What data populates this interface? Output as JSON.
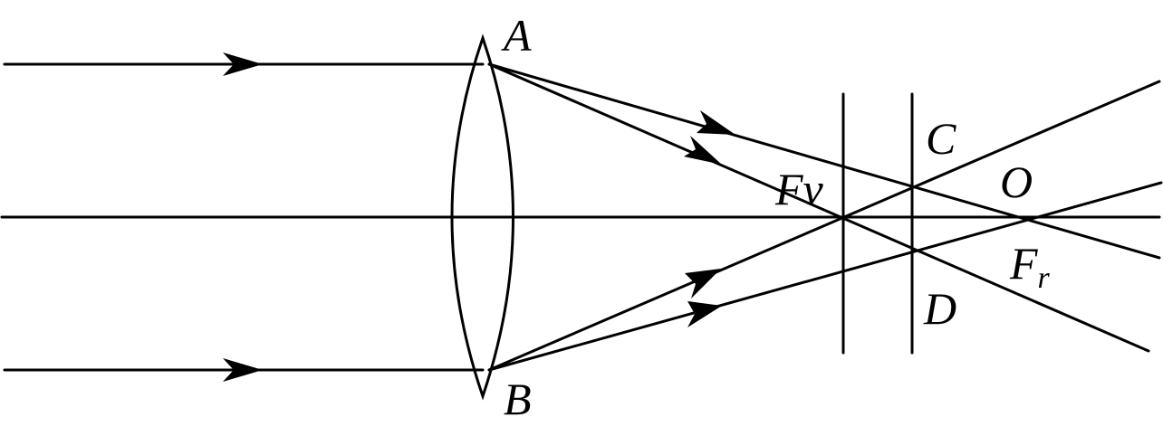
{
  "labels": {
    "top_edge": "A",
    "bottom_edge": "B",
    "upper_point": "C",
    "lower_point": "D",
    "crossing": "O",
    "violet_focus": "Fv",
    "red_focus_main": "F",
    "red_focus_sub": "r"
  },
  "colors": {
    "stroke": "#000000",
    "background": "#ffffff"
  }
}
